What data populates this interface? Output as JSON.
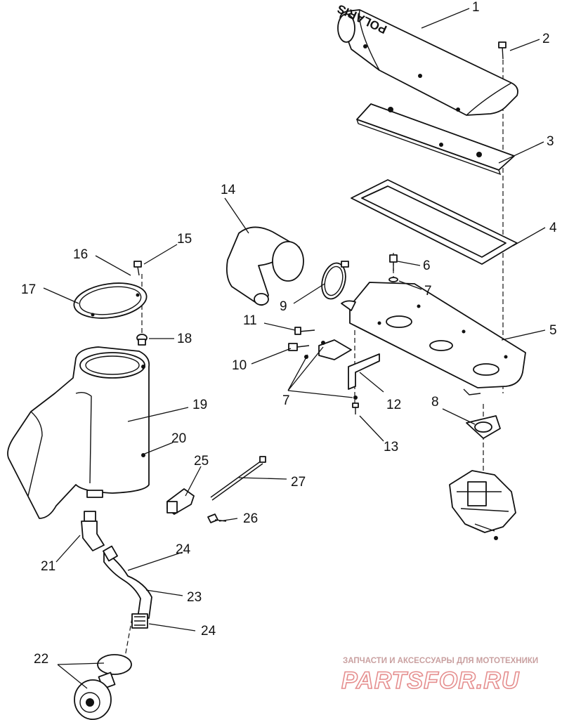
{
  "diagram": {
    "callouts": [
      {
        "id": "c1",
        "text": "1"
      },
      {
        "id": "c2",
        "text": "2"
      },
      {
        "id": "c3",
        "text": "3"
      },
      {
        "id": "c4",
        "text": "4"
      },
      {
        "id": "c5",
        "text": "5"
      },
      {
        "id": "c6",
        "text": "6"
      },
      {
        "id": "c7a",
        "text": "7"
      },
      {
        "id": "c7b",
        "text": "7"
      },
      {
        "id": "c8",
        "text": "8"
      },
      {
        "id": "c9",
        "text": "9"
      },
      {
        "id": "c10",
        "text": "10"
      },
      {
        "id": "c11",
        "text": "11"
      },
      {
        "id": "c12",
        "text": "12"
      },
      {
        "id": "c13",
        "text": "13"
      },
      {
        "id": "c14",
        "text": "14"
      },
      {
        "id": "c15",
        "text": "15"
      },
      {
        "id": "c16",
        "text": "16"
      },
      {
        "id": "c17",
        "text": "17"
      },
      {
        "id": "c18",
        "text": "18"
      },
      {
        "id": "c19",
        "text": "19"
      },
      {
        "id": "c20",
        "text": "20"
      },
      {
        "id": "c21",
        "text": "21"
      },
      {
        "id": "c22",
        "text": "22"
      },
      {
        "id": "c23",
        "text": "23"
      },
      {
        "id": "c24a",
        "text": "24"
      },
      {
        "id": "c24b",
        "text": "24"
      },
      {
        "id": "c25",
        "text": "25"
      },
      {
        "id": "c26",
        "text": "26"
      },
      {
        "id": "c27",
        "text": "27"
      }
    ],
    "cover_stamp": "POLARIS"
  },
  "watermark": {
    "tagline": "ЗАПЧАСТИ И АКСЕССУАРЫ ДЛЯ МОТОТЕХНИКИ",
    "brand": "PARTSFOR.RU"
  },
  "colors": {
    "line": "#111111",
    "watermark": "#e58e8e"
  }
}
